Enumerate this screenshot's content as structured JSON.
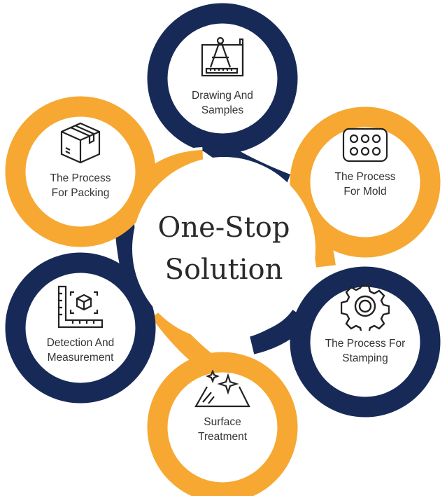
{
  "title_line1": "One-Stop",
  "title_line2": "Solution",
  "colors": {
    "navy": "#172a57",
    "orange": "#f6a832"
  },
  "steps": [
    {
      "label": "Drawing And\nSamples",
      "icon": "drafting-compass-icon",
      "color": "navy"
    },
    {
      "label": "The Process\nFor Mold",
      "icon": "mold-grid-icon",
      "color": "orange"
    },
    {
      "label": "The Process For\nStamping",
      "icon": "gear-icon",
      "color": "navy"
    },
    {
      "label": "Surface\nTreatment",
      "icon": "sparkle-surface-icon",
      "color": "orange"
    },
    {
      "label": "Detection And\nMeasurement",
      "icon": "ruler-cube-icon",
      "color": "navy"
    },
    {
      "label": "The Process\nFor Packing",
      "icon": "package-box-icon",
      "color": "orange"
    }
  ]
}
